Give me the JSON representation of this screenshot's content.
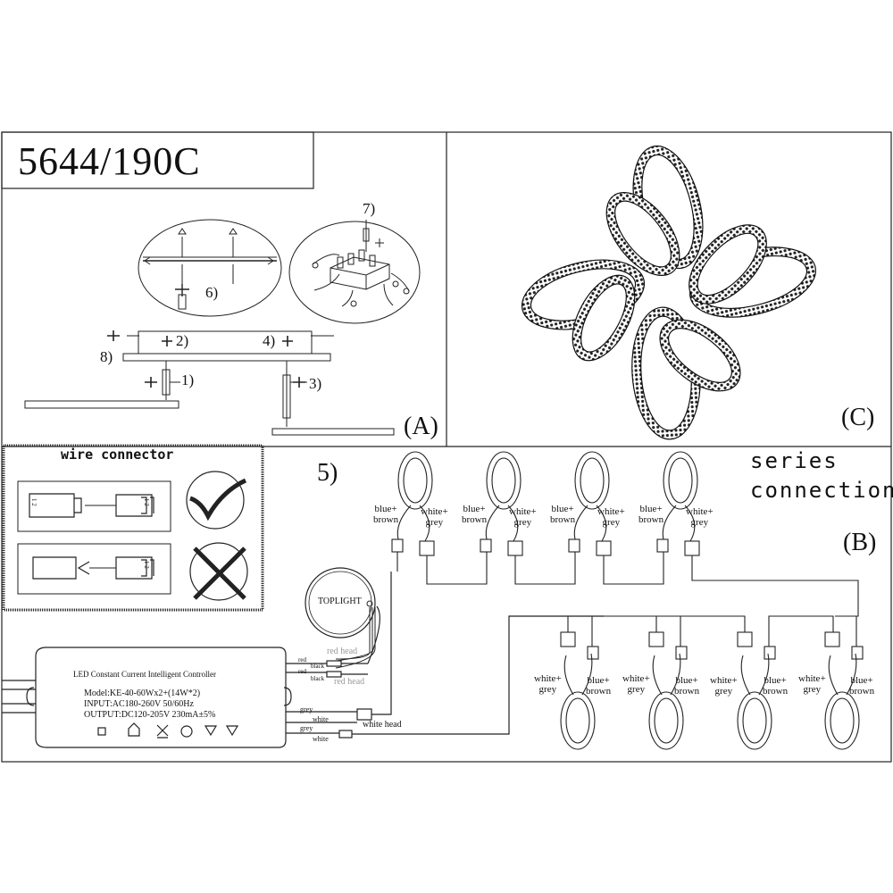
{
  "model_code": "5644/190C",
  "panels": {
    "a": "(A)",
    "b": "(B)",
    "c": "(C)"
  },
  "steps": {
    "s1": "1)",
    "s2": "2)",
    "s3": "3)",
    "s4": "4)",
    "s5": "5)",
    "s6": "6)",
    "s7": "7)",
    "s8": "8)"
  },
  "series_connection": {
    "line1": "series",
    "line2": "connection"
  },
  "wire_connector": {
    "title": "wire connector",
    "pin_label": "1 2"
  },
  "toplight_label": "TOPLIGHT",
  "controller": {
    "title": "LED Constant Current Intelligent Controller",
    "model": "Model:KE-40-60Wx2+(14W*2)",
    "input": "INPUT:AC180-260V  50/60Hz",
    "output": "OUTPUT:DC120-205V  230mA±5%"
  },
  "wires": {
    "red": "red",
    "black": "black",
    "red_head": "red head",
    "grey": "grey",
    "white": "white",
    "white_head": "white head"
  },
  "ring_labels": {
    "blue_plus": "blue+",
    "brown": "brown",
    "white_plus": "white+",
    "grey": "grey"
  }
}
